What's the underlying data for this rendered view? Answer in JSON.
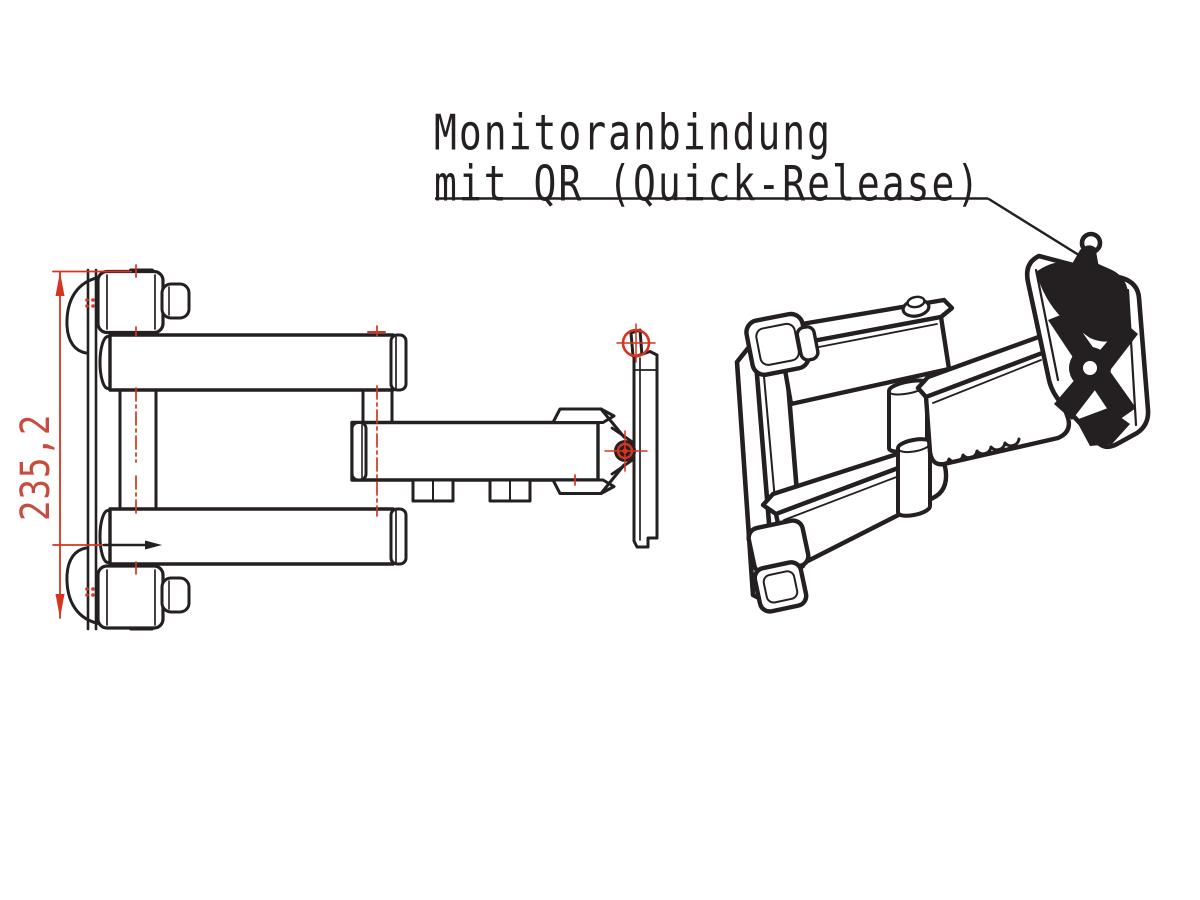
{
  "title": {
    "line1": "Monitoranbindung",
    "line2": "mit QR (Quick-Release)"
  },
  "dimension": {
    "label": "235,2"
  },
  "colors": {
    "background": "#ffffff",
    "line_black": "#241f20",
    "annotation_red": "#d6341f",
    "dimension_text_red": "#c94b3d"
  }
}
